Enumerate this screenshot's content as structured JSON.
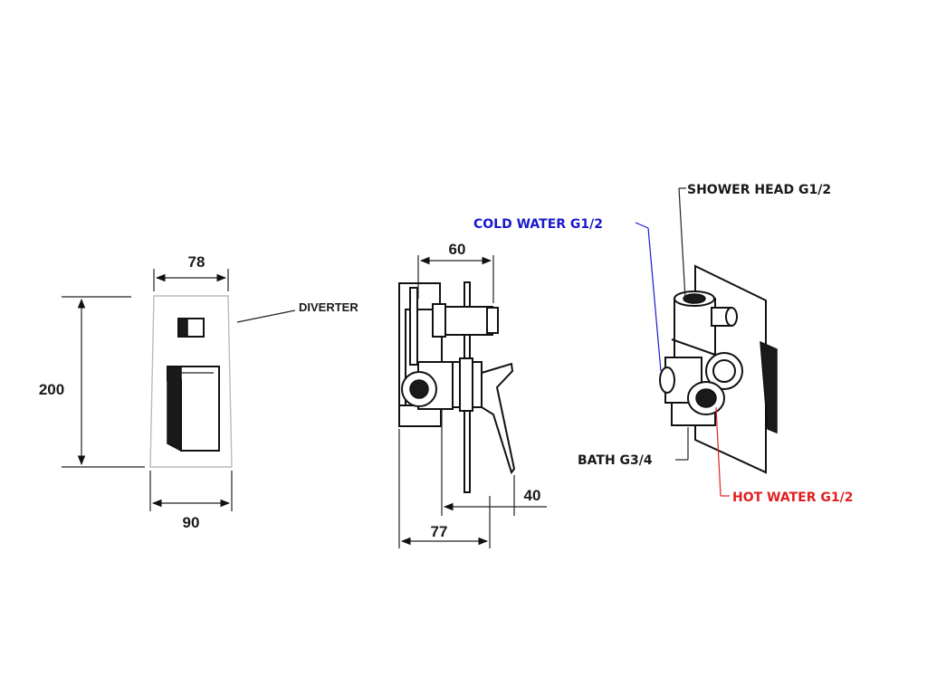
{
  "front_view": {
    "width_top": "78",
    "height": "200",
    "width_bottom": "90",
    "diverter_label": "DIVERTER"
  },
  "side_view": {
    "depth_top": "60",
    "depth_handle": "40",
    "depth_total": "77"
  },
  "iso_view": {
    "shower_head": "SHOWER HEAD G1/2",
    "cold_water": "COLD WATER G1/2",
    "bath": "BATH G3/4",
    "hot_water": "HOT WATER G1/2"
  },
  "colors": {
    "line": "#1a1a1a",
    "cold": "#1a1acc",
    "hot": "#e02020"
  }
}
